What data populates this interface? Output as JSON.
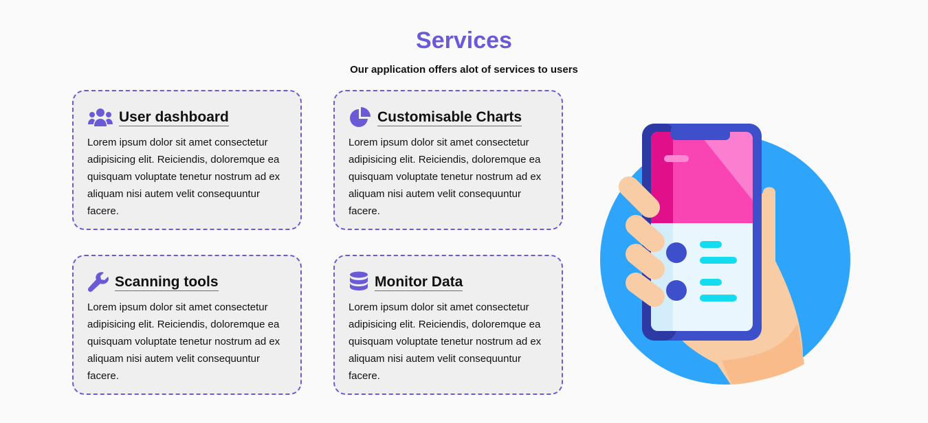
{
  "header": {
    "title": "Services",
    "subtitle": "Our application offers alot of services to users"
  },
  "cards": [
    {
      "title": "User dashboard",
      "icon": "users-icon",
      "body": "Lorem ipsum dolor sit amet consectetur adipisicing elit. Reiciendis, doloremque ea quisquam voluptate tenetur nostrum ad ex aliquam nisi autem velit consequuntur facere."
    },
    {
      "title": "Customisable Charts",
      "icon": "pie-chart-icon",
      "body": "Lorem ipsum dolor sit amet consectetur adipisicing elit. Reiciendis, doloremque ea quisquam voluptate tenetur nostrum ad ex aliquam nisi autem velit consequuntur facere."
    },
    {
      "title": "Scanning tools",
      "icon": "wrench-icon",
      "body": "Lorem ipsum dolor sit amet consectetur adipisicing elit. Reiciendis, doloremque ea quisquam voluptate tenetur nostrum ad ex aliquam nisi autem velit consequuntur facere."
    },
    {
      "title": "Monitor Data",
      "icon": "database-icon",
      "body": "Lorem ipsum dolor sit amet consectetur adipisicing elit. Reiciendis, doloremque ea quisquam voluptate tenetur nostrum ad ex aliquam nisi autem velit consequuntur facere."
    }
  ],
  "colors": {
    "accent": "#6a5ad8",
    "card_bg": "#efefef"
  }
}
